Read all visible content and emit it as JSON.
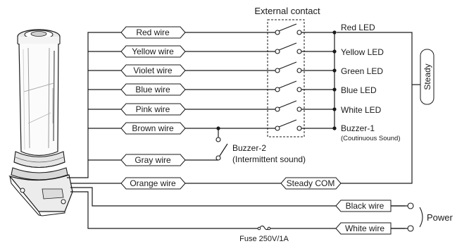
{
  "external_contact_label": "External contact",
  "wire_labels": [
    "Red wire",
    "Yellow wire",
    "Violet wire",
    "Blue wire",
    "Pink wire",
    "Brown wire",
    "Gray wire",
    "Orange wire",
    "Black wire",
    "White wire"
  ],
  "outputs": [
    "Red LED",
    "Yellow LED",
    "Green LED",
    "Blue LED",
    "White LED",
    "Buzzer-1"
  ],
  "buzzer1_note": "(Coutinuous Sound)",
  "buzzer2_label": "Buzzer-2",
  "buzzer2_note": "(Intermittent sound)",
  "steady_label": "Steady",
  "steady_com_label": "Steady COM",
  "power_label": "Power",
  "fuse_label": "Fuse 250V/1A"
}
